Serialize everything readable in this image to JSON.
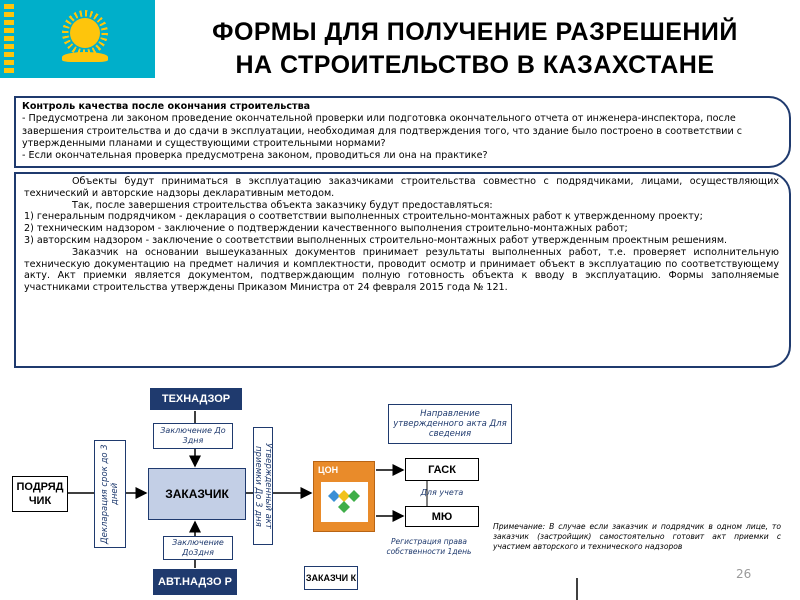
{
  "title": {
    "line1": "ФОРМЫ ДЛЯ ПОЛУЧЕНИЕ РАЗРЕШЕНИЙ",
    "line2": "НА СТРОИТЕЛЬСТВО В КАЗАХСТАНЕ"
  },
  "flag": {
    "colors": {
      "background": "#00AFCA",
      "emblem": "#FEC50C"
    }
  },
  "box1": {
    "heading": "Контроль качества после окончания строительства",
    "q1": "- Предусмотрена ли законом проведение окончательной проверки или подготовка окончательного отчета от инженера-инспектора, после завершения строительства и до сдачи в эксплуатации, необходимая для подтверждения того, что здание было построено в соответствии с утвержденными планами и существующими строительными нормами?",
    "q2": "- Если окончательная проверка предусмотрена законом, проводиться ли она на практике?"
  },
  "box2": {
    "p1": "Объекты будут приниматься в эксплуатацию заказчиками строительства совместно с подрядчиками, лицами, осуществляющих технический и авторские надзоры декларативным методом.",
    "p2": "Так, после завершения строительства объекта заказчику будут предоставляться:",
    "p3": "1) генеральным подрядчиком - декларация о соответствии выполненных строительно-монтажных работ к утвержденному проекту;",
    "p4": "2) техническим надзором - заключение о подтверждении качественного выполнения строительно-монтажных работ;",
    "p5": "3) авторским надзором - заключение о соответствии выполненных строительно-монтажных работ утвержденным проектным решениям.",
    "p6": "Заказчик на основании вышеуказанных документов принимает результаты выполненных работ, т.е. проверяет исполнительную техническую документацию на предмет наличия и комплектности, проводит осмотр и принимает объект в эксплуатацию по соответствующему акту. Акт приемки является документом, подтверждающим полную готовность объекта к вводу в эксплуатацию. Формы заполняемые участниками строительства утверждены Приказом Министра от 24 февраля 2015 года № 121."
  },
  "diagram": {
    "tehnadzor": "ТЕХНАДЗОР",
    "zakl_top": "Заключение До 3дня",
    "podryadchik": "ПОДРЯД ЧИК",
    "deklaraciya": "Декларация срок до 3 дней",
    "zakazchik": "ЗАКАЗЧИК",
    "utverzhd": "Утвержденный акт приемки До 3 дня",
    "zakl_bottom": "Заключение До3дня",
    "avtnadzor": "АВТ.НАДЗО Р",
    "con": "ЦОН",
    "napravlenie": "Направление утвержденного акта Для сведения",
    "gask": "ГАСК",
    "dlya_ucheta": "Для учета",
    "myu": "МЮ",
    "registraciya": "Регистрация права собственности 1день",
    "zakazchik_small": "ЗАКАЗЧИ К"
  },
  "annotation": "Примечание: В случае если заказчик и подрядчик в одном лице, то заказчик (застройщик) самостоятельно готовит акт приемки с участием авторского и технического надзоров",
  "page_number": "26",
  "colors": {
    "dark_blue": "#1f3a6e",
    "light_blue": "#c3cfe6",
    "con_orange": "#E98B2A"
  }
}
